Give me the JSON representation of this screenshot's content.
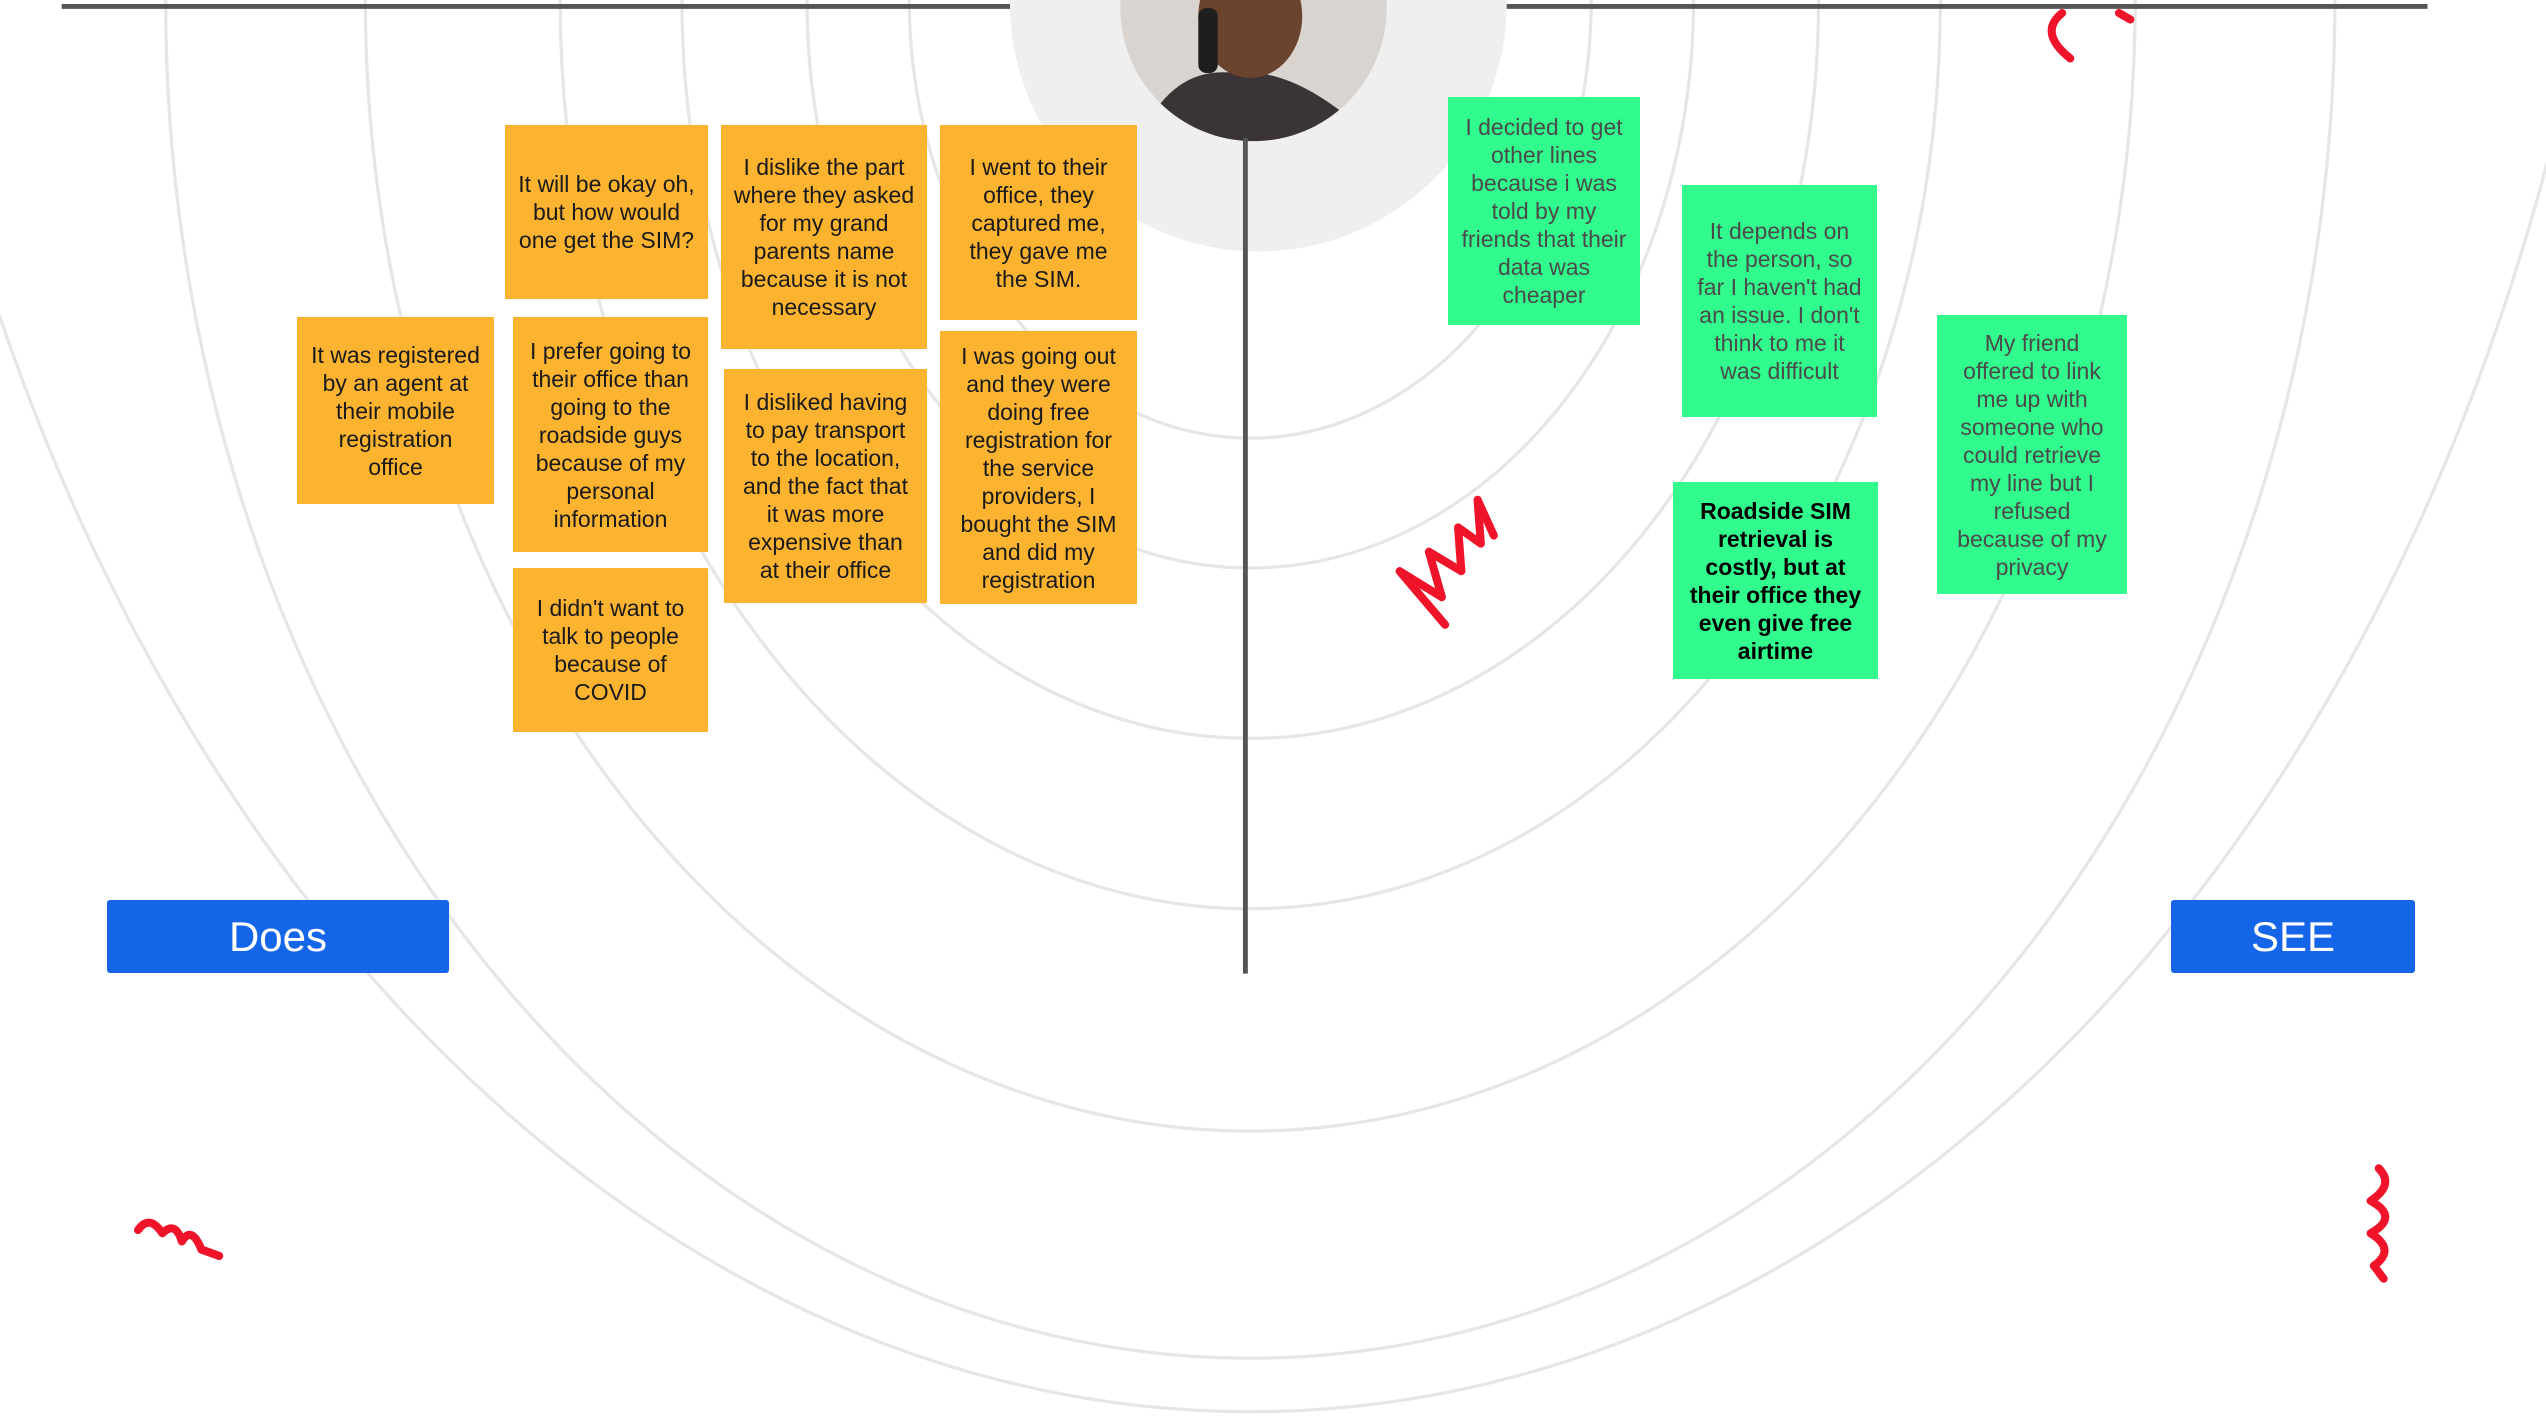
{
  "does_notes": [
    "It will be okay oh, but how would one get the SIM?",
    "I dislike the part where they asked for my grand parents name because it is not necessary",
    "I went to their office, they captured me, they gave me the SIM.",
    "It was registered by an agent at their mobile registration office",
    "I prefer going to their office than going to the roadside guys because of my personal information",
    "I disliked having to pay transport to the location, and the fact that it was more expensive than at their office",
    "I was going out and they were doing free registration for the service providers, I bought the SIM and did my registration",
    "I didn't want to talk to people because of COVID"
  ],
  "see_notes": [
    "I decided to get other lines because i was told by my friends that their data was cheaper",
    "It depends on the person, so far I haven't had an issue. I don't think to me it was difficult",
    "Roadside SIM retrieval is costly, but at their office they even give free airtime",
    "My friend offered to link me up with someone who could retrieve my line but I refused because of my privacy"
  ],
  "labels": {
    "does": "Does",
    "see": "SEE"
  },
  "colors": {
    "orange_note": "#fbb330",
    "green_note": "#30fb8c",
    "label_blue": "#1565e8",
    "scribble": "#f0142a"
  }
}
